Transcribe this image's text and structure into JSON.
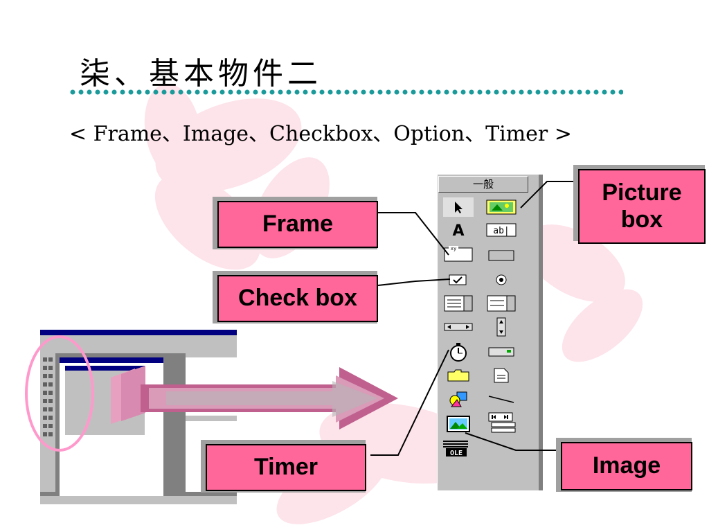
{
  "slide": {
    "title": "柒、基本物件二",
    "subtitle": "< Frame、Image、Checkbox、Option、Timer >"
  },
  "toolbox": {
    "header": "一般",
    "tools": [
      {
        "name": "pointer-icon"
      },
      {
        "name": "picturebox-icon"
      },
      {
        "name": "label-icon"
      },
      {
        "name": "textbox-icon"
      },
      {
        "name": "frame-icon"
      },
      {
        "name": "commandbutton-icon"
      },
      {
        "name": "checkbox-icon"
      },
      {
        "name": "optionbutton-icon"
      },
      {
        "name": "combobox-icon"
      },
      {
        "name": "listbox-icon"
      },
      {
        "name": "hscrollbar-icon"
      },
      {
        "name": "vscrollbar-icon"
      },
      {
        "name": "timer-icon"
      },
      {
        "name": "drivelistbox-icon"
      },
      {
        "name": "dirlistbox-icon"
      },
      {
        "name": "filelistbox-icon"
      },
      {
        "name": "shape-icon"
      },
      {
        "name": "line-icon"
      },
      {
        "name": "image-icon"
      },
      {
        "name": "data-icon"
      },
      {
        "name": "ole-icon"
      }
    ],
    "ole_text": "OLE",
    "label_icon_text": "A",
    "textbox_icon_text": "ab|"
  },
  "callouts": {
    "frame": "Frame",
    "checkbox": "Check box",
    "timer": "Timer",
    "picturebox_line1": "Picture",
    "picturebox_line2": "box",
    "image": "Image"
  },
  "colors": {
    "label_fill": "#ff6699",
    "arrow_fill": "#cc6699",
    "title_dots": "#1a9a9a",
    "toolbox_bg": "#c0c0c0",
    "highlight_ring": "#ff99cc"
  }
}
